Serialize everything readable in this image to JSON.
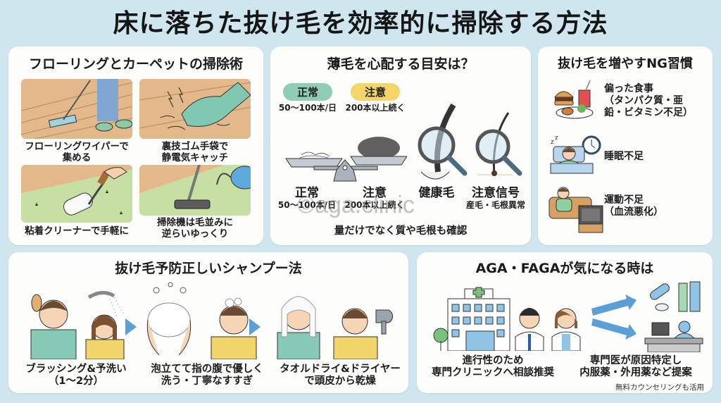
{
  "page": {
    "title": "床に落ちた抜け毛を効率的に掃除する方法",
    "watermark": "©aga.clinic"
  },
  "cleaning": {
    "title": "フローリングとカーペットの掃除術",
    "items": [
      {
        "line1": "フローリングワイパーで",
        "line2": "集める",
        "icon": "floor-wiper-icon"
      },
      {
        "line1": "裏技ゴム手袋で",
        "line2": "静電気キャッチ",
        "icon": "rubber-glove-icon"
      },
      {
        "line1": "粘着クリーナーで手軽に",
        "line2": "",
        "icon": "lint-roller-icon"
      },
      {
        "line1": "掃除機は毛並みに",
        "line2": "逆らいゆっくり",
        "icon": "vacuum-icon"
      }
    ]
  },
  "thinning": {
    "title": "薄毛を心配する目安は？",
    "badges": [
      {
        "label": "正常",
        "sub": "50〜100本/日",
        "color": "#8fceb4"
      },
      {
        "label": "注意",
        "sub": "200本以上続く",
        "color": "#f4d56a"
      }
    ],
    "scale": [
      {
        "label": "正常",
        "sub": "50〜100本/日"
      },
      {
        "label": "注意",
        "sub": "200本以上続く"
      }
    ],
    "hair": [
      {
        "label": "健康毛",
        "sub": ""
      },
      {
        "label": "注意信号",
        "sub": "産毛・毛根異常"
      }
    ],
    "footer": "量だけでなく質や毛根も確認"
  },
  "ng": {
    "title": "抜け毛を増やすNG習慣",
    "items": [
      {
        "text": "偏った食事\n（タンパク質・亜\n鉛・ビタミン不足）",
        "icon": "junk-food-icon"
      },
      {
        "text": "睡眠不足",
        "icon": "sleep-icon"
      },
      {
        "text": "運動不足\n（血流悪化）",
        "icon": "couch-tv-icon"
      }
    ]
  },
  "shampoo": {
    "title": "抜け毛予防正しいシャンプー法",
    "steps": [
      {
        "line1": "ブラッシング&予洗い",
        "line2": "（1〜2分）"
      },
      {
        "line1": "泡立てて指の腹で優しく",
        "line2": "洗う・丁寧なすすぎ"
      },
      {
        "line1": "タオルドライ&ドライヤー",
        "line2": "で頭皮から乾燥"
      }
    ]
  },
  "aga": {
    "title": "AGA・FAGAが気になる時は",
    "left": {
      "line1": "進行性のため",
      "line2": "専門クリニックへ相談推奨"
    },
    "right": {
      "line1": "専門医が原因特定し",
      "line2": "内服薬・外用薬など提案"
    },
    "note": "無料カウンセリングも活用"
  },
  "colors": {
    "background": "#cfe6ef",
    "card": "#fdfdfb",
    "normal": "#8fceb4",
    "caution": "#f4d56a",
    "arrow": "#5b9fd6"
  }
}
